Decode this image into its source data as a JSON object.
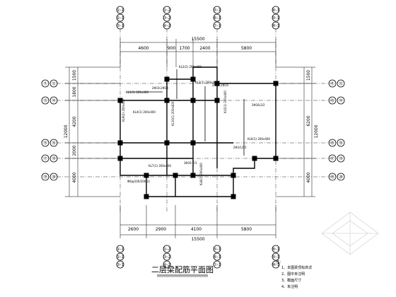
{
  "drawing": {
    "title": "二层梁配筋平面图",
    "axes_top": [
      {
        "lines": [
          "①-1",
          "②-1",
          "③-1"
        ]
      },
      {
        "lines": [
          "②-2",
          "③-2",
          "④-2"
        ]
      },
      {
        "lines": [
          "⑤-1",
          "⑥-1",
          "⑦-1"
        ]
      },
      {
        "lines": [
          "⑧-1",
          "⑨-1",
          "⑩-1"
        ]
      }
    ],
    "axes_bottom": [
      {
        "lines": [
          "①-1",
          "②-1",
          "③-1"
        ]
      },
      {
        "lines": [
          "②-2",
          "③-2",
          "④-2"
        ]
      },
      {
        "lines": [
          "⑤-1",
          "⑥-1",
          "⑦-1"
        ]
      },
      {
        "lines": [
          "⑧-1",
          "⑨-1",
          "⑩-1"
        ]
      }
    ],
    "axes_left": [
      {
        "lines": [
          "⑪",
          "⑫"
        ]
      },
      {
        "lines": [
          "⑬",
          "⑭"
        ]
      },
      {
        "lines": [
          "⑮",
          "⑯"
        ]
      },
      {
        "lines": [
          "⑰",
          "⑱"
        ]
      },
      {
        "lines": [
          "⑲",
          "⑳"
        ]
      }
    ],
    "axes_right": [
      {
        "lines": [
          "⑪",
          "⑫"
        ]
      },
      {
        "lines": [
          "⑬",
          "⑭"
        ]
      },
      {
        "lines": [
          "⑮",
          "⑯"
        ]
      },
      {
        "lines": [
          "⑰",
          "⑱"
        ]
      },
      {
        "lines": [
          "⑲",
          "⑳"
        ]
      }
    ],
    "dims_top_segments": [
      "4600",
      "900",
      "1700",
      "2400",
      "5800"
    ],
    "dims_top_total": "15500",
    "dims_bottom_segments": [
      "2600",
      "2900",
      "4100",
      "5800"
    ],
    "dims_bottom_total": "15500",
    "dims_left_segments": [
      "1500",
      "1800",
      "4200",
      "2000",
      "4000"
    ],
    "dims_left_total": "12000",
    "dims_right_segments": [
      "1500",
      "6200",
      "4000"
    ],
    "dims_right_total": "12000",
    "beam_labels": [
      "KL1(1) 200x400",
      "KL2(2) 200x400",
      "KL3(1) 200x400",
      "KL4(1) 200x400",
      "KL5(1) 200x400",
      "KL6(1) 200x400",
      "KL7(1) 200x400",
      "KL8(1) 200x400",
      "KL9(2) 200x400",
      "KL10(1) 200x400",
      "2Φ14;2Φ14",
      "2Φ16;2Φ14",
      "Φ8@100/200(2)",
      "2Φ14;2/2",
      "3Φ16 2/1",
      "2Φ18;2/2"
    ],
    "notes_heading": "注：",
    "notes": [
      "1、本图梁顶标高详",
      "2、图中未注明",
      "3、截面尺寸",
      "4、未注明"
    ]
  }
}
